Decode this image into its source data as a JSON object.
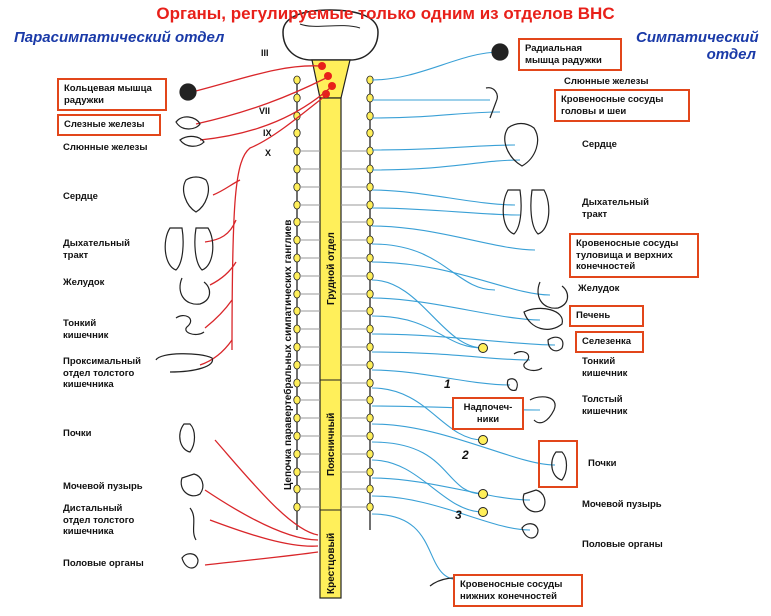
{
  "title": "Органы, регулируемые только одним из отделов ВНС",
  "left_header": "Парасимпатический\nотдел",
  "right_header": "Симпатический\nотдел",
  "left_labels": [
    "Кольцевая мышца\nрадужки",
    "Слезные железы",
    "Слюнные железы",
    "Сердце",
    "Дыхательный\nтракт",
    "Желудок",
    "Тонкий\nкишечник",
    "Проксимальный\nотдел толстого\nкишечника",
    "Почки",
    "Мочевой пузырь",
    "Дистальный\nотдел толстого\nкишечника",
    "Половые органы"
  ],
  "right_labels": [
    "Радиальная\nмышца радужки",
    "Слюнные железы",
    "Кровеносные сосуды\nголовы и шеи",
    "Сердце",
    "Дыхательный\nтракт",
    "Кровеносные сосуды\nтуловища и верхних\nконечностей",
    "Желудок",
    "Печень",
    "Селезенка",
    "Тонкий\nкишечник",
    "Толстый\nкишечник",
    "Надпочеч-\nники",
    "Почки",
    "Мочевой пузырь",
    "Половые органы",
    "Кровеносные сосуды\nнижних конечностей"
  ],
  "cranial_nerves": [
    "III",
    "VII",
    "IX",
    "X"
  ],
  "spinal_sections": [
    "Грудной отдел",
    "Поясничный",
    "Крестцовый"
  ],
  "chain_label": "Цепочка паравертебральных симпатических ганглиев",
  "ganglion_numbers": [
    "1",
    "2",
    "3"
  ],
  "colors": {
    "title": "#e8201a",
    "headers": "#1a3aa8",
    "parasympathetic": "#d9262a",
    "sympathetic": "#3aa0d6",
    "cord": "#ffef5a",
    "box_border": "#e2461a"
  }
}
